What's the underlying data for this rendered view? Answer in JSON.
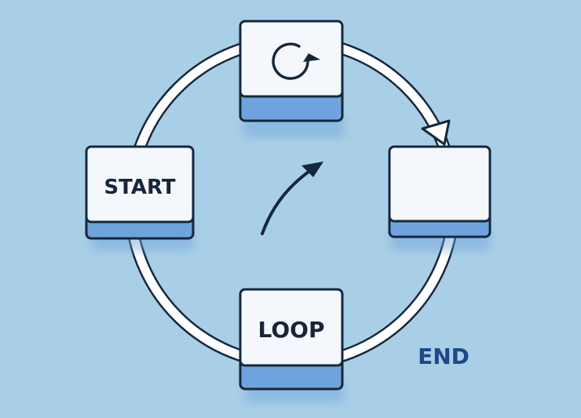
{
  "nodes": {
    "start": {
      "label": "START"
    },
    "refresh": {
      "label": "",
      "icon": "refresh-icon"
    },
    "right": {
      "label": ""
    },
    "loop": {
      "label": "LOOP"
    }
  },
  "end_label": "END",
  "center_icon": "curved-arrow-icon",
  "colors": {
    "background": "#a9cfe7",
    "node_fill": "#f4f7fb",
    "node_border": "#15273b",
    "node_base": "#6ea3de",
    "connector": "#ffffff",
    "end_text": "#1d4a86"
  }
}
